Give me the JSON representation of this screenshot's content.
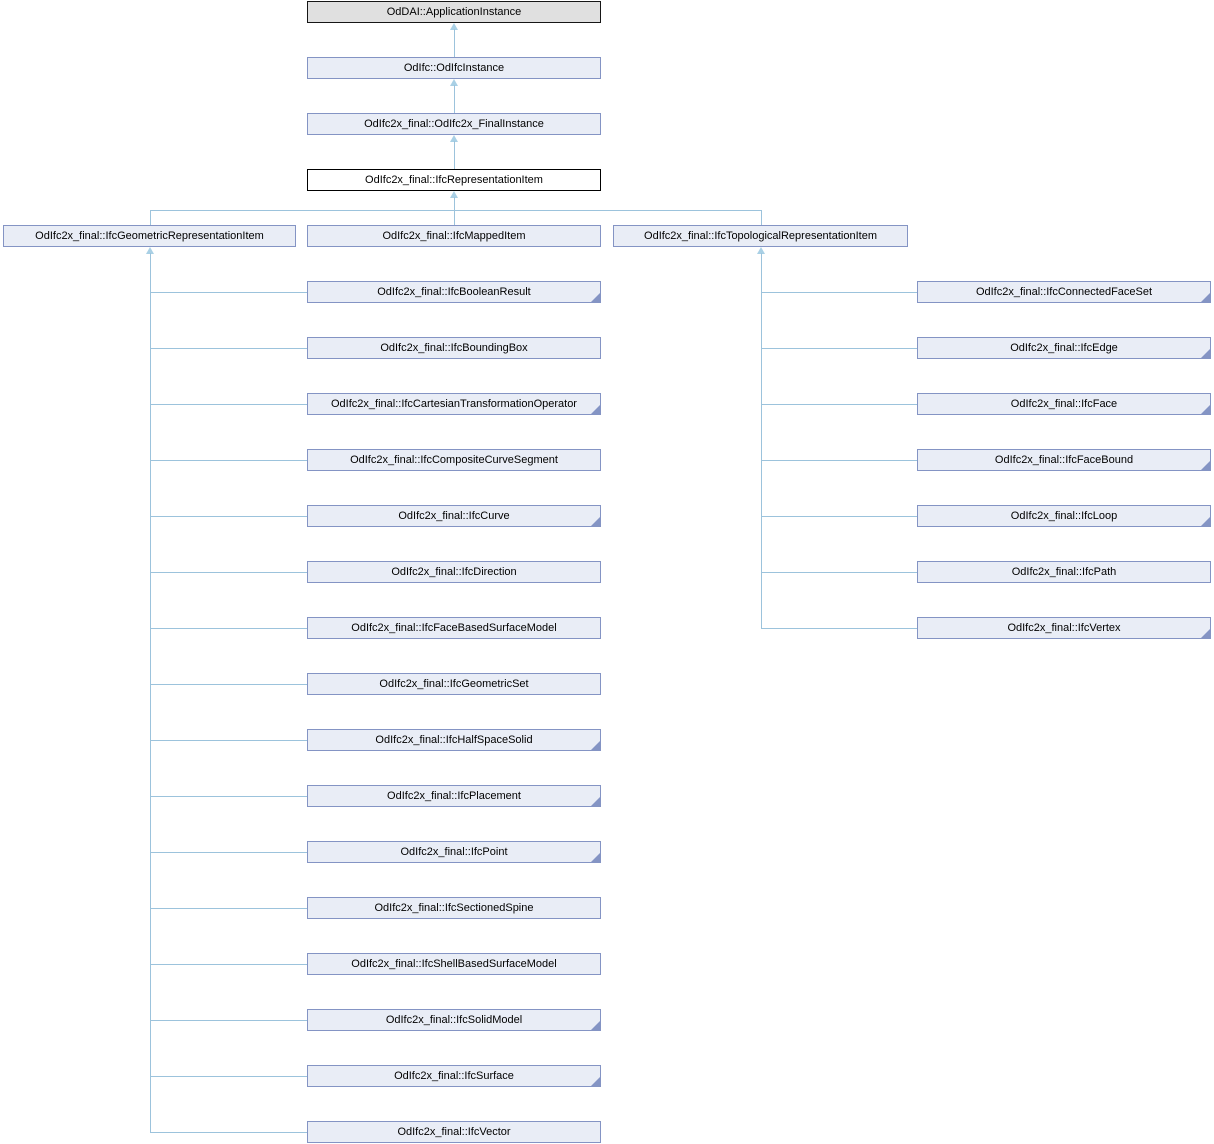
{
  "diagram": {
    "kind": "class-inheritance-graph",
    "colors": {
      "node_fill": "#e9edf6",
      "node_border": "#8494c4",
      "gray_node_fill": "#e0e0e0",
      "gray_node_border": "#161616",
      "current_node_fill": "#ffffff",
      "current_node_border": "#000000",
      "edge_line": "#9cc3dc",
      "arrowhead": "#a9d0e5"
    },
    "ancestor_chain": [
      {
        "label": "OdDAI::ApplicationInstance",
        "style": "gray"
      },
      {
        "label": "OdIfc::OdIfcInstance",
        "style": "blue"
      },
      {
        "label": "OdIfc2x_final::OdIfc2x_FinalInstance",
        "style": "blue"
      },
      {
        "label": "OdIfc2x_final::IfcRepresentationItem",
        "style": "current"
      }
    ],
    "children": [
      {
        "label": "OdIfc2x_final::IfcGeometricRepresentationItem",
        "column": "left"
      },
      {
        "label": "OdIfc2x_final::IfcMappedItem",
        "column": "middle"
      },
      {
        "label": "OdIfc2x_final::IfcTopologicalRepresentationItem",
        "column": "right"
      }
    ],
    "geometric_subclasses": [
      {
        "label": "OdIfc2x_final::IfcBooleanResult",
        "has_derived": true
      },
      {
        "label": "OdIfc2x_final::IfcBoundingBox",
        "has_derived": false
      },
      {
        "label": "OdIfc2x_final::IfcCartesianTransformationOperator",
        "has_derived": true
      },
      {
        "label": "OdIfc2x_final::IfcCompositeCurveSegment",
        "has_derived": false
      },
      {
        "label": "OdIfc2x_final::IfcCurve",
        "has_derived": true
      },
      {
        "label": "OdIfc2x_final::IfcDirection",
        "has_derived": false
      },
      {
        "label": "OdIfc2x_final::IfcFaceBasedSurfaceModel",
        "has_derived": false
      },
      {
        "label": "OdIfc2x_final::IfcGeometricSet",
        "has_derived": false
      },
      {
        "label": "OdIfc2x_final::IfcHalfSpaceSolid",
        "has_derived": true
      },
      {
        "label": "OdIfc2x_final::IfcPlacement",
        "has_derived": true
      },
      {
        "label": "OdIfc2x_final::IfcPoint",
        "has_derived": true
      },
      {
        "label": "OdIfc2x_final::IfcSectionedSpine",
        "has_derived": false
      },
      {
        "label": "OdIfc2x_final::IfcShellBasedSurfaceModel",
        "has_derived": false
      },
      {
        "label": "OdIfc2x_final::IfcSolidModel",
        "has_derived": true
      },
      {
        "label": "OdIfc2x_final::IfcSurface",
        "has_derived": true
      },
      {
        "label": "OdIfc2x_final::IfcVector",
        "has_derived": false
      }
    ],
    "topological_subclasses": [
      {
        "label": "OdIfc2x_final::IfcConnectedFaceSet",
        "has_derived": true
      },
      {
        "label": "OdIfc2x_final::IfcEdge",
        "has_derived": true
      },
      {
        "label": "OdIfc2x_final::IfcFace",
        "has_derived": true
      },
      {
        "label": "OdIfc2x_final::IfcFaceBound",
        "has_derived": true
      },
      {
        "label": "OdIfc2x_final::IfcLoop",
        "has_derived": true
      },
      {
        "label": "OdIfc2x_final::IfcPath",
        "has_derived": false
      },
      {
        "label": "OdIfc2x_final::IfcVertex",
        "has_derived": true
      }
    ]
  }
}
